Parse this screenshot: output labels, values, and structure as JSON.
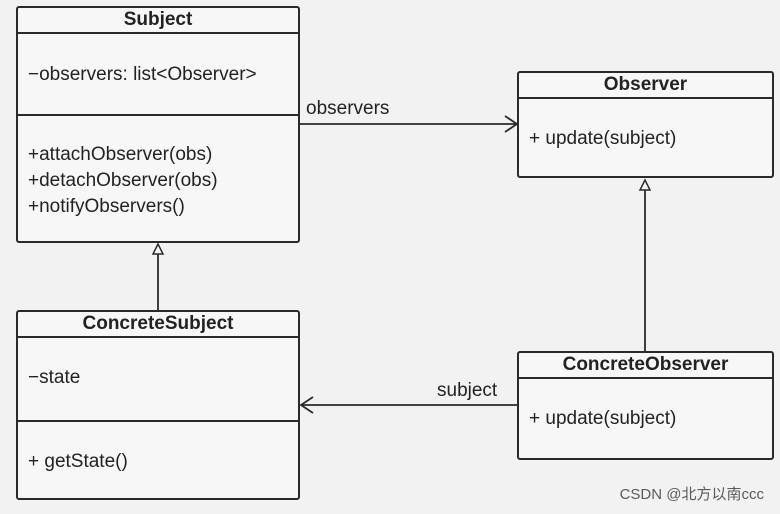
{
  "classes": {
    "subject": {
      "name": "Subject",
      "attributes": [
        "−observers: list<Observer>"
      ],
      "operations": [
        "+attachObserver(obs)",
        "+detachObserver(obs)",
        "+notifyObservers()"
      ]
    },
    "concrete_subject": {
      "name": "ConcreteSubject",
      "attributes": [
        "−state"
      ],
      "operations": [
        "+ getState()"
      ]
    },
    "observer": {
      "name": "Observer",
      "operations": [
        "+ update(subject)"
      ]
    },
    "concrete_observer": {
      "name": "ConcreteObserver",
      "operations": [
        "+ update(subject)"
      ]
    }
  },
  "associations": {
    "subject_to_observer": "observers",
    "concrete_observer_to_concrete_subject": "subject"
  },
  "watermark": "CSDN @北方以南ccc",
  "colors": {
    "background": "#f2f2f2",
    "line": "#2a2a2a"
  }
}
